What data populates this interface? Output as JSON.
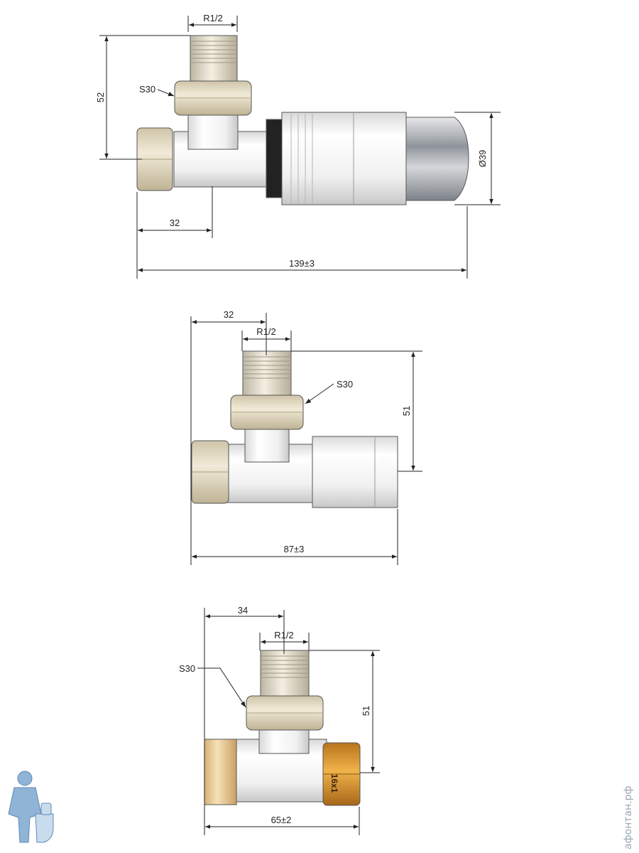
{
  "diagram1": {
    "thread_label": "R1/2",
    "nut_label": "S30",
    "height_dim": "52",
    "offset_dim": "32",
    "diameter_dim": "Ø39",
    "length_dim": "139±3"
  },
  "diagram2": {
    "offset_dim": "32",
    "thread_label": "R1/2",
    "nut_label": "S30",
    "height_dim": "51",
    "length_dim": "87±3"
  },
  "diagram3": {
    "offset_dim": "34",
    "thread_label": "R1/2",
    "nut_label": "S30",
    "height_dim": "51",
    "nut_marking": "16x1",
    "length_dim": "65±2"
  },
  "watermark": {
    "text": "афонтан.рф"
  },
  "colors": {
    "body": "#f2f2f2",
    "nut": "#e6dcc4",
    "brass": "#d9952e",
    "gold_ring": "#e9c98e",
    "chrome": "#b9bcc2",
    "line": "#222222"
  }
}
